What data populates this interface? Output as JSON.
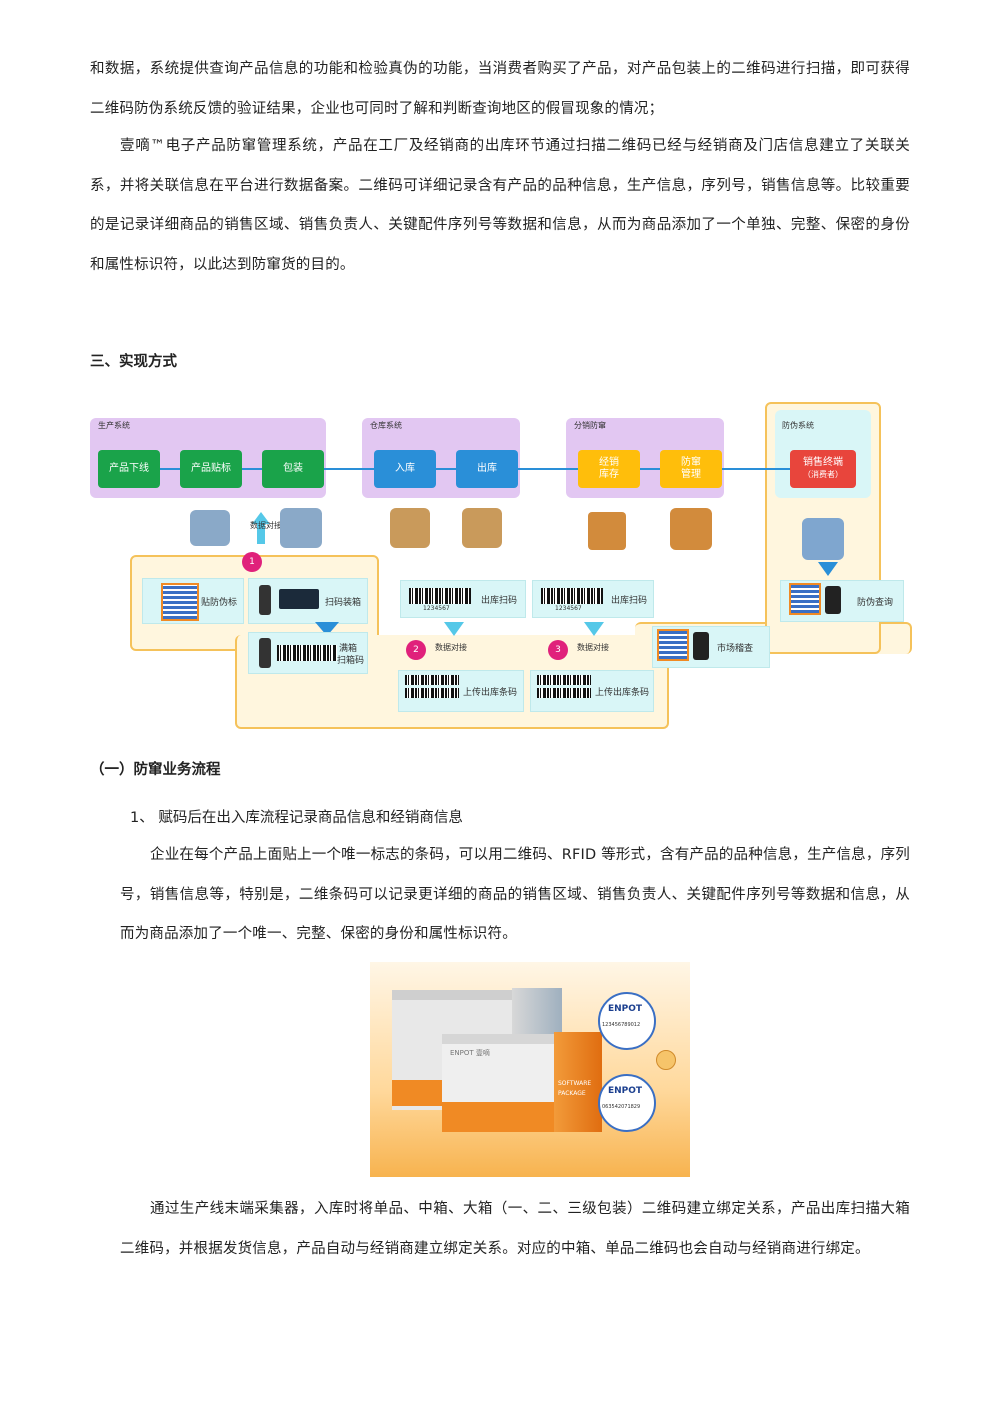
{
  "paragraphs": {
    "p1": "和数据，系统提供查询产品信息的功能和检验真伪的功能，当消费者购买了产品，对产品包装上的二维码进行扫描，即可获得二维码防伪系统反馈的验证结果，企业也可同时了解和判断查询地区的假冒现象的情况；",
    "p2": "壹嘀™电子产品防窜管理系统，产品在工厂及经销商的出库环节通过扫描二维码已经与经销商及门店信息建立了关联关系，并将关联信息在平台进行数据备案。二维码可详细记录含有产品的品种信息，生产信息，序列号，销售信息等。比较重要的是记录详细商品的销售区域、销售负责人、关键配件序列号等数据和信息，从而为商品添加了一个单独、完整、保密的身份和属性标识符，以此达到防窜货的目的。",
    "section3": "三、实现方式",
    "sub1": "（一）防窜业务流程",
    "item1": "1、 赋码后在出入库流程记录商品信息和经销商信息",
    "p3": "企业在每个产品上面贴上一个唯一标志的条码，可以用二维码、RFID 等形式，含有产品的品种信息，生产信息，序列号，销售信息等，特别是，二维条码可以记录更详细的商品的销售区域、销售负责人、关键配件序列号等数据和信息，从而为商品添加了一个唯一、完整、保密的身份和属性标识符。",
    "p4": "通过生产线末端采集器，入库时将单品、中箱、大箱（一、二、三级包装）二维码建立绑定关系，产品出库扫描大箱二维码，并根据发货信息，产品自动与经销商建立绑定关系。对应的中箱、单品二维码也会自动与经销商进行绑定。"
  },
  "diagram": {
    "systems": {
      "production": "生产系统",
      "warehouse": "仓库系统",
      "distribution": "分销防窜",
      "anticounterfeit": "防伪系统"
    },
    "steps": {
      "s1": "产品下线",
      "s2": "产品贴标",
      "s3": "包装",
      "s4": "入库",
      "s5": "出库",
      "s6a": "经销",
      "s6b": "库存",
      "s7a": "防窜",
      "s7b": "管理",
      "s8a": "销售终端",
      "s8b": "（消费者）"
    },
    "labels": {
      "data_link": "数据对接",
      "label_anticounterfeit": "贴防伪标",
      "scan_boxing": "扫码装箱",
      "full_box_scan_a": "满箱",
      "full_box_scan_b": "扫箱码",
      "outbound_scan_1": "出库扫码",
      "outbound_scan_2": "出库扫码",
      "data_link_2": "数据对接",
      "data_link_3": "数据对接",
      "upload_1": "上传出库条码",
      "upload_2": "上传出库条码",
      "market_check": "市场稽查",
      "verify_query": "防伪查询",
      "barcode_num": "1234567",
      "badge1": "1",
      "badge2": "2",
      "badge3": "3"
    },
    "colors": {
      "green": "#1aa34a",
      "blue": "#2a8fd8",
      "yellow": "#ffbe0b",
      "red": "#e8453c",
      "purple_bg": "#e2c7f2",
      "orange_border": "#f5c25a",
      "cyan_card": "#d9f6f7"
    }
  },
  "figure": {
    "brand_top": "ENPOT",
    "code_top": "123456789012",
    "brand_bottom": "ENPOT",
    "code_bottom": "063542071829",
    "box_label_a": "SOFTWARE",
    "box_label_b": "PACKAGE",
    "box_brand": "ENPOT 壹嘀"
  }
}
